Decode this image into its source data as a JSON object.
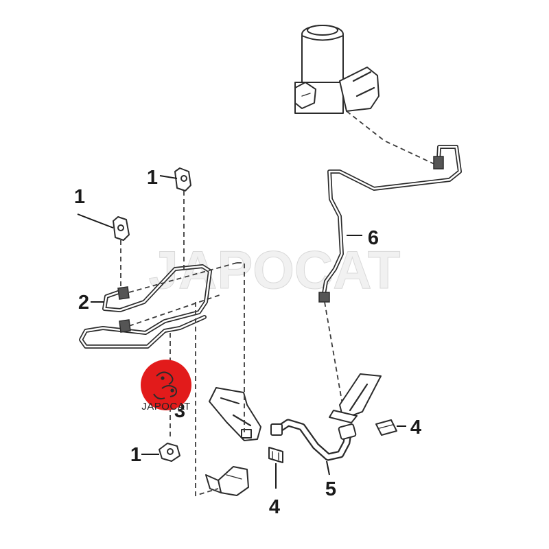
{
  "watermark": "JAPOCAT",
  "logo": {
    "text": "JAPOCAT",
    "color": "#e21b1b"
  },
  "callouts": [
    {
      "id": "c1a",
      "label": "1"
    },
    {
      "id": "c1b",
      "label": "1"
    },
    {
      "id": "c1c",
      "label": "1"
    },
    {
      "id": "c2",
      "label": "2"
    },
    {
      "id": "c3",
      "label": "3"
    },
    {
      "id": "c4a",
      "label": "4"
    },
    {
      "id": "c4b",
      "label": "4"
    },
    {
      "id": "c5",
      "label": "5"
    },
    {
      "id": "c6",
      "label": "6"
    }
  ]
}
